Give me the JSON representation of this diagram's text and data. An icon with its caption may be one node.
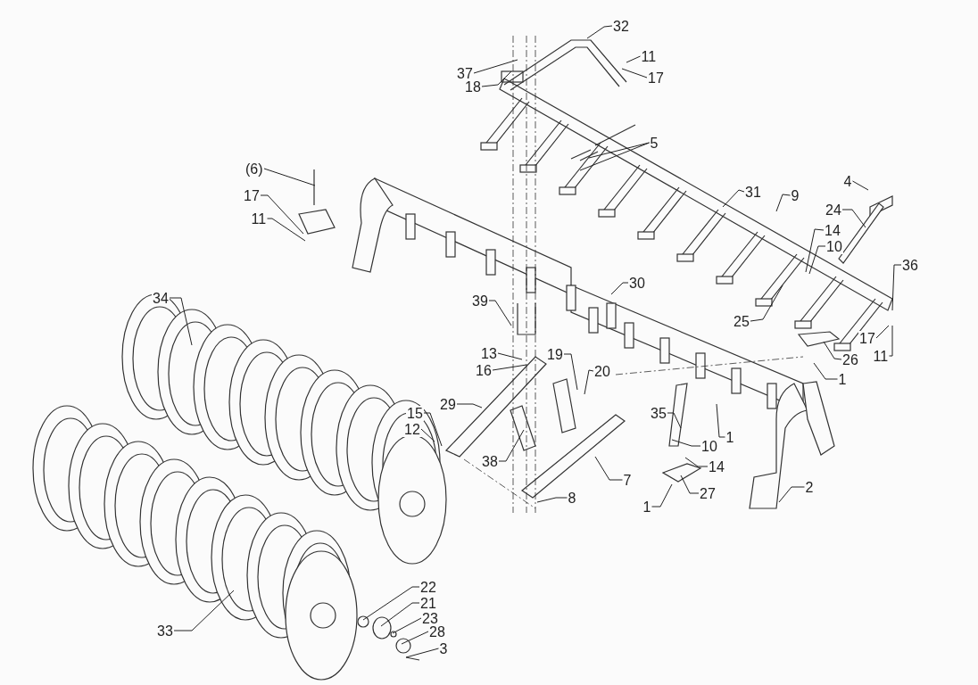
{
  "diagram": {
    "nodes": [
      {
        "text": [
          "32"
        ]
      },
      {
        "text": [
          "11"
        ]
      },
      {
        "text": [
          "37"
        ]
      },
      {
        "text": [
          "17"
        ]
      },
      {
        "text": [
          "18"
        ]
      },
      {
        "text": [
          "5"
        ]
      },
      {
        "text": [
          "(6)"
        ]
      },
      {
        "text": [
          "31"
        ]
      },
      {
        "text": [
          "4"
        ]
      },
      {
        "text": [
          "9"
        ]
      },
      {
        "text": [
          "17"
        ]
      },
      {
        "text": [
          "24"
        ]
      },
      {
        "text": [
          "11"
        ]
      },
      {
        "text": [
          "14"
        ]
      },
      {
        "text": [
          "10"
        ]
      },
      {
        "text": [
          "36"
        ]
      },
      {
        "text": [
          "30"
        ]
      },
      {
        "text": [
          "34"
        ]
      },
      {
        "text": [
          "39"
        ]
      },
      {
        "text": [
          "25"
        ]
      },
      {
        "text": [
          "13"
        ]
      },
      {
        "text": [
          "19"
        ]
      },
      {
        "text": [
          "17"
        ]
      },
      {
        "text": [
          "16"
        ]
      },
      {
        "text": [
          "20"
        ]
      },
      {
        "text": [
          "11"
        ]
      },
      {
        "text": [
          "26"
        ]
      },
      {
        "text": [
          "1"
        ]
      },
      {
        "text": [
          "29"
        ]
      },
      {
        "text": [
          "15"
        ]
      },
      {
        "text": [
          "35"
        ]
      },
      {
        "text": [
          "12"
        ]
      },
      {
        "text": [
          "1"
        ]
      },
      {
        "text": [
          "10"
        ]
      },
      {
        "text": [
          "38"
        ]
      },
      {
        "text": [
          "14"
        ]
      },
      {
        "text": [
          "7"
        ]
      },
      {
        "text": [
          "2"
        ]
      },
      {
        "text": [
          "27"
        ]
      },
      {
        "text": [
          "8"
        ]
      },
      {
        "text": [
          "1"
        ]
      },
      {
        "text": [
          "22"
        ]
      },
      {
        "text": [
          "21"
        ]
      },
      {
        "text": [
          "23"
        ]
      },
      {
        "text": [
          "33"
        ]
      },
      {
        "text": [
          "28"
        ]
      },
      {
        "text": [
          "3"
        ]
      }
    ],
    "edges": [
      {
        "from": 0,
        "to": null,
        "arrow": "none"
      },
      {
        "from": 1,
        "to": null,
        "arrow": "none"
      },
      {
        "from": 2,
        "to": null,
        "arrow": "none"
      },
      {
        "from": 3,
        "to": null,
        "arrow": "none"
      },
      {
        "from": 4,
        "to": null,
        "arrow": "none"
      },
      {
        "from": 5,
        "to": null,
        "arrow": "none"
      },
      {
        "from": 5,
        "to": null,
        "arrow": "none"
      },
      {
        "from": 6,
        "to": null,
        "arrow": "none"
      },
      {
        "from": 7,
        "to": null,
        "arrow": "none"
      },
      {
        "from": 8,
        "to": null,
        "arrow": "none"
      },
      {
        "from": 9,
        "to": null,
        "arrow": "none"
      },
      {
        "from": 10,
        "to": null,
        "arrow": "none"
      },
      {
        "from": 11,
        "to": null,
        "arrow": "none"
      },
      {
        "from": 12,
        "to": null,
        "arrow": "none"
      },
      {
        "from": 13,
        "to": null,
        "arrow": "none"
      },
      {
        "from": 14,
        "to": null,
        "arrow": "none"
      },
      {
        "from": 15,
        "to": null,
        "arrow": "none"
      },
      {
        "from": 16,
        "to": null,
        "arrow": "none"
      },
      {
        "from": 17,
        "to": null,
        "arrow": "none"
      },
      {
        "from": 18,
        "to": null,
        "arrow": "none"
      },
      {
        "from": 19,
        "to": null,
        "arrow": "none"
      },
      {
        "from": 20,
        "to": null,
        "arrow": "none"
      },
      {
        "from": 21,
        "to": null,
        "arrow": "none"
      },
      {
        "from": 22,
        "to": null,
        "arrow": "none"
      },
      {
        "from": 23,
        "to": null,
        "arrow": "none"
      },
      {
        "from": 24,
        "to": null,
        "arrow": "none"
      },
      {
        "from": 25,
        "to": null,
        "arrow": "none"
      },
      {
        "from": 26,
        "to": null,
        "arrow": "none"
      },
      {
        "from": 27,
        "to": null,
        "arrow": "none"
      },
      {
        "from": 28,
        "to": null,
        "arrow": "none"
      },
      {
        "from": 29,
        "to": null,
        "arrow": "none"
      },
      {
        "from": 30,
        "to": null,
        "arrow": "none"
      },
      {
        "from": 31,
        "to": null,
        "arrow": "none"
      },
      {
        "from": 32,
        "to": null,
        "arrow": "none"
      },
      {
        "from": 33,
        "to": null,
        "arrow": "none"
      },
      {
        "from": 34,
        "to": null,
        "arrow": "none"
      },
      {
        "from": 35,
        "to": null,
        "arrow": "none"
      },
      {
        "from": 36,
        "to": null,
        "arrow": "none"
      },
      {
        "from": 37,
        "to": null,
        "arrow": "none"
      },
      {
        "from": 38,
        "to": null,
        "arrow": "none"
      },
      {
        "from": 39,
        "to": null,
        "arrow": "none"
      },
      {
        "from": 40,
        "to": null,
        "arrow": "none"
      },
      {
        "from": 41,
        "to": null,
        "arrow": "none"
      },
      {
        "from": 42,
        "to": null,
        "arrow": "none"
      },
      {
        "from": 43,
        "to": null,
        "arrow": "none"
      },
      {
        "from": 44,
        "to": null,
        "arrow": "none"
      },
      {
        "from": 45,
        "to": null,
        "arrow": "none"
      },
      {
        "from": 46,
        "to": null,
        "arrow": "none"
      }
    ]
  }
}
